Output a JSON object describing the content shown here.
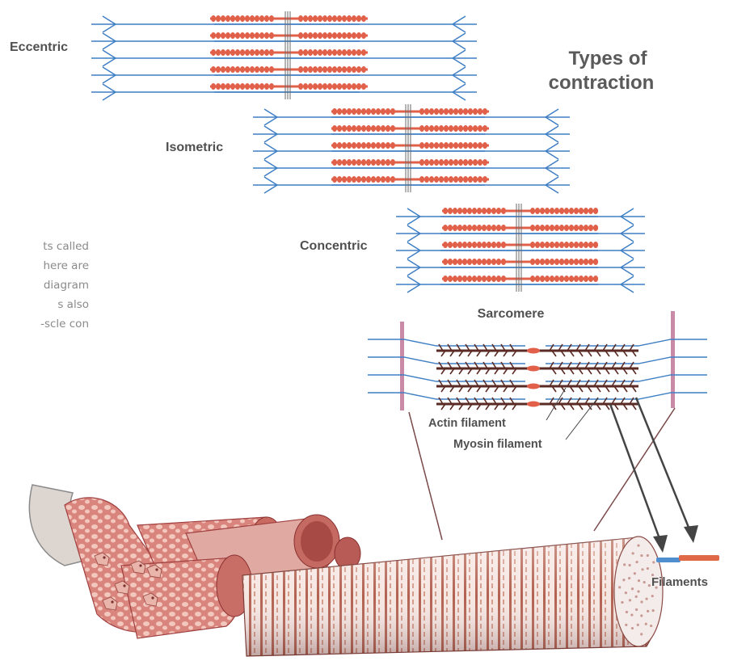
{
  "title": {
    "line1": "Types of",
    "line2": "contraction"
  },
  "contraction_types": [
    {
      "label": "Eccentric"
    },
    {
      "label": "Isometric"
    },
    {
      "label": "Concentric"
    }
  ],
  "sarcomere": {
    "title": "Sarcomere",
    "actin_label": "Actin filament",
    "myosin_label": "Myosin filament"
  },
  "fiber": {
    "filaments_label": "Filaments"
  },
  "side_text": [
    "ts called",
    "here are",
    "diagram",
    "s also",
    "scle con-"
  ],
  "colors": {
    "actin": "#3f7fc4",
    "myosin": "#e0604a",
    "label": "#505050",
    "muscle_pink": "#e8a5a0",
    "muscle_dark": "#b84a4a",
    "sarcomere_border": "#b07090"
  }
}
